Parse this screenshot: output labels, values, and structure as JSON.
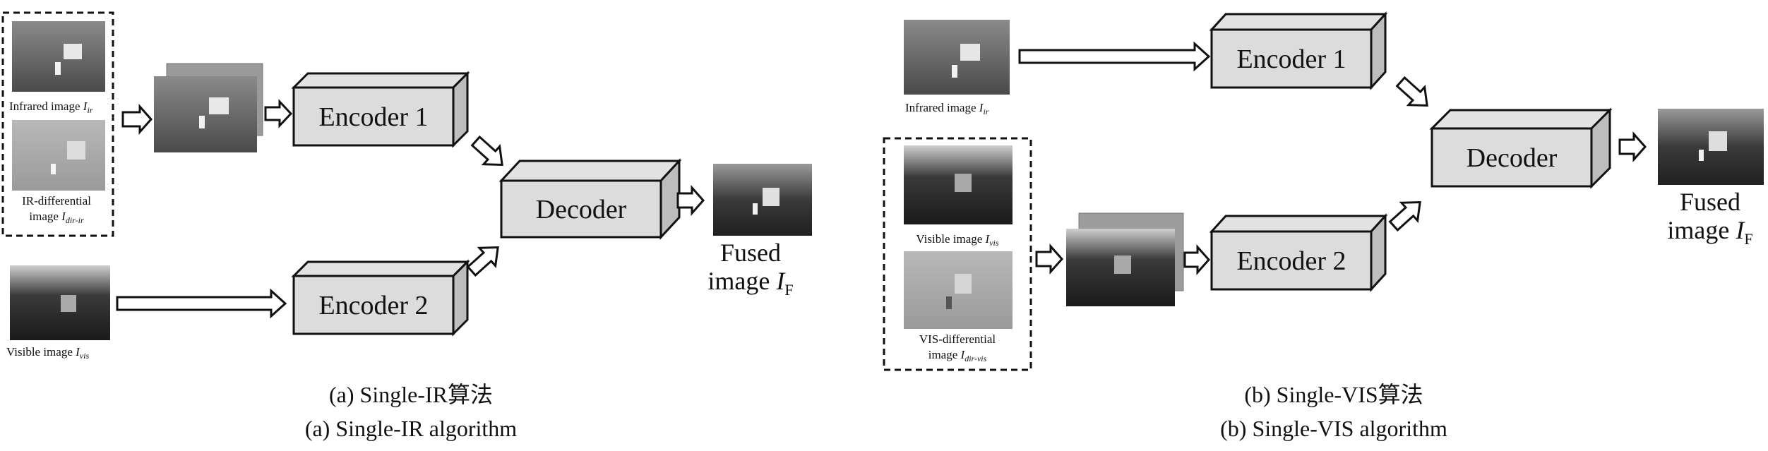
{
  "panel_a": {
    "ir_label": "Infrared image ",
    "ir_sym": "I",
    "ir_sub": "ir",
    "irdiff_line1": "IR-differential",
    "irdiff_line2": "image ",
    "irdiff_sym": "I",
    "irdiff_sub": "dir-ir",
    "vis_label": "Visible image ",
    "vis_sym": "I",
    "vis_sub": "vis",
    "encoder1": "Encoder 1",
    "encoder2": "Encoder 2",
    "decoder": "Decoder",
    "fused_line1": "Fused",
    "fused_line2": "image ",
    "fused_sym": "I",
    "fused_sub": "F",
    "caption_cn": "(a) Single-IR算法",
    "caption_en": "(a) Single-IR algorithm"
  },
  "panel_b": {
    "ir_label": "Infrared image ",
    "ir_sym": "I",
    "ir_sub": "ir",
    "vis_label": "Visible image ",
    "vis_sym": "I",
    "vis_sub": "vis",
    "visdiff_line1": "VIS-differential",
    "visdiff_line2": "image ",
    "visdiff_sym": "I",
    "visdiff_sub": "dir-vis",
    "encoder1": "Encoder 1",
    "encoder2": "Encoder 2",
    "decoder": "Decoder",
    "fused_line1": "Fused",
    "fused_line2": "image ",
    "fused_sym": "I",
    "fused_sub": "F",
    "caption_cn": "(b) Single-VIS算法",
    "caption_en": "(b) Single-VIS algorithm"
  }
}
